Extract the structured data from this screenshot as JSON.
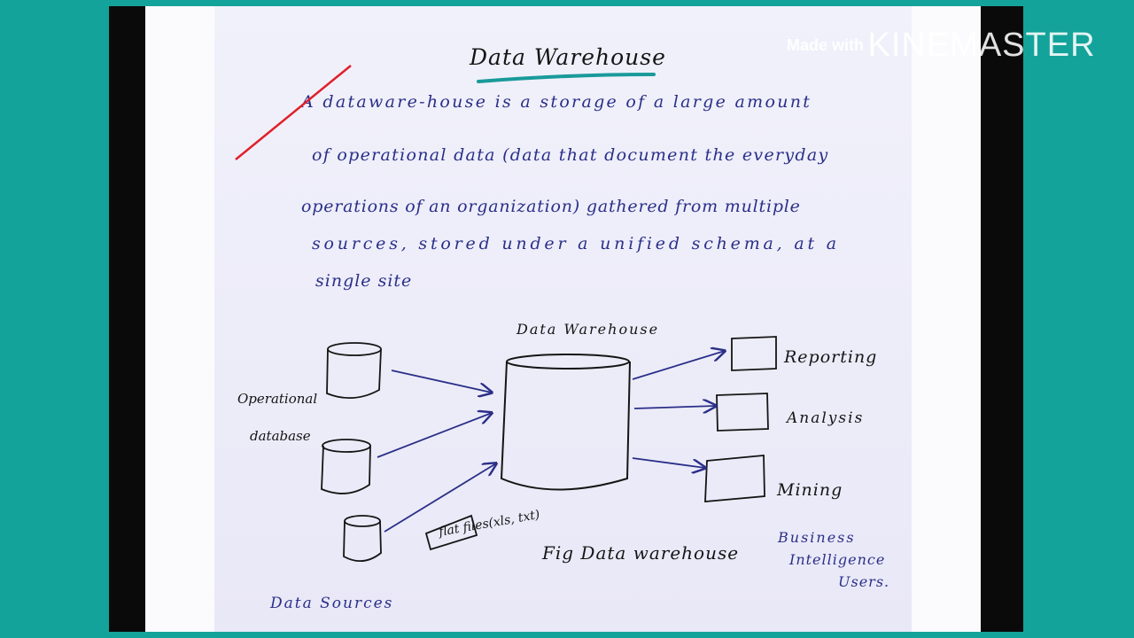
{
  "watermark": {
    "prefix": "Made with",
    "brand": "KINEMASTER"
  },
  "page": {
    "title": "Data Warehouse",
    "definition_lines": [
      "A dataware-house is a storage of a large amount",
      "of operational data (data that document the everyday",
      "operations of an organization) gathered from multiple",
      "sources, stored under a unified schema, at a",
      "single site"
    ]
  },
  "diagram": {
    "warehouse_label": "Data Warehouse",
    "sources_label_line1": "Operational",
    "sources_label_line2": "database",
    "flat_files_label": "flat files(xls, txt)",
    "data_sources_label": "Data Sources",
    "fig_caption": "Fig Data warehouse",
    "outputs": [
      "Reporting",
      "Analysis",
      "Mining"
    ],
    "users_line1": "Business",
    "users_line2": "Intelligence",
    "users_line3": "Users."
  },
  "colors": {
    "teal_background": "#14a39a",
    "paper": "#eeeefa",
    "blue_ink": "#2a2f88",
    "black_ink": "#151515",
    "teal_underline": "#1a9a9a",
    "red_ink": "#e0202a"
  }
}
